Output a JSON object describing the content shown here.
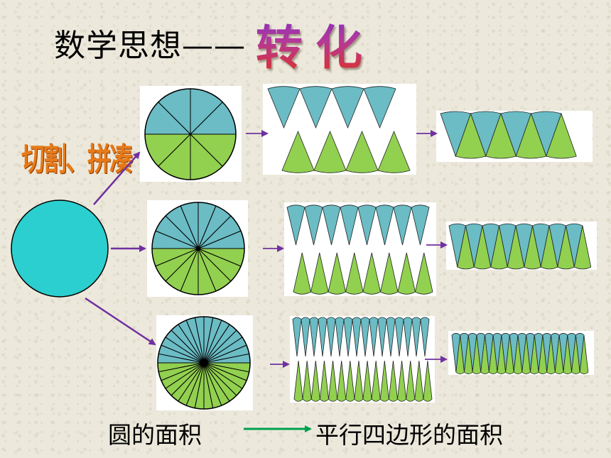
{
  "slide": {
    "title": "数学思想——",
    "title_emphasis": "转化",
    "method_label": "切割、拼凑",
    "bottom_left": "圆的面积",
    "bottom_right": "平行四边形的面积"
  },
  "colors": {
    "blue": "#6bbcc4",
    "green": "#92d050",
    "teal_circle": "#2ccfcf",
    "arrow_purple": "#7030a0",
    "arrow_green": "#00a050"
  }
}
